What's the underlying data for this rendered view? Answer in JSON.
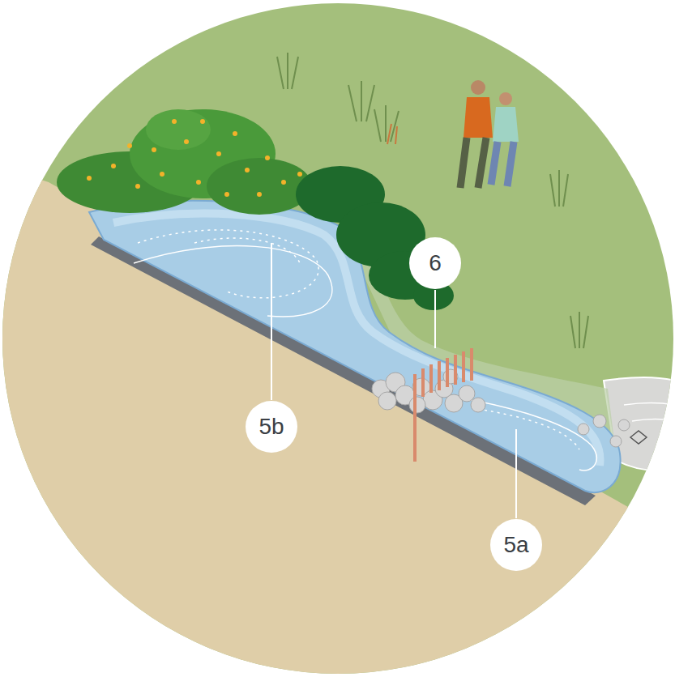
{
  "diagram": {
    "labels": [
      "6",
      "5b",
      "5a"
    ]
  }
}
